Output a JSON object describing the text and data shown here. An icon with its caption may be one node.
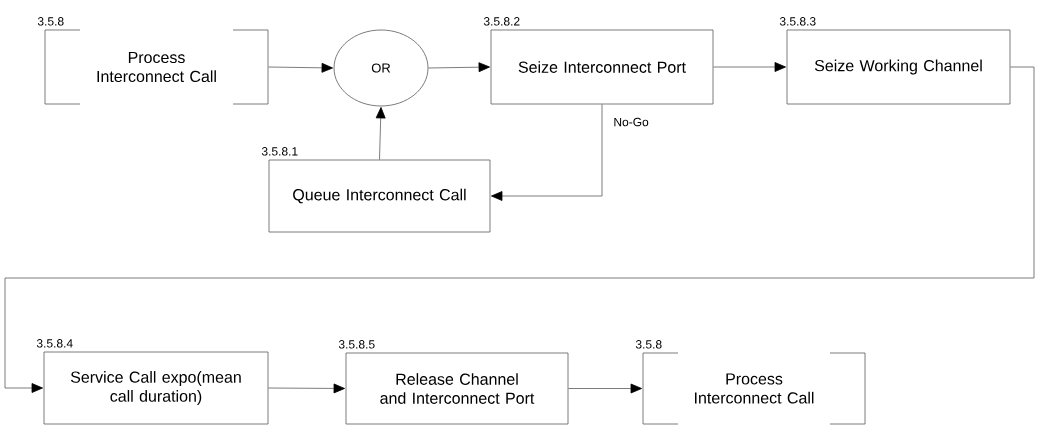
{
  "diagram": {
    "nodes": [
      {
        "text": [
          "3.5.8",
          "Process Interconnect Call"
        ]
      },
      {
        "text": [
          "OR"
        ]
      },
      {
        "text": [
          "3.5.8.2",
          "Seize Interconnect Port"
        ]
      },
      {
        "text": [
          "3.5.8.1",
          "Queue Interconnect Call"
        ]
      },
      {
        "text": [
          "3.5.8.3",
          "Seize Working Channel"
        ]
      },
      {
        "text": [
          "3.5.8.4",
          "Service Call expo(mean call duration)"
        ]
      },
      {
        "text": [
          "3.5.8.5",
          "Release Channel and Interconnect Port"
        ]
      },
      {
        "text": [
          "3.5.8",
          "Process Interconnect Call"
        ]
      }
    ],
    "edges": [
      {
        "from": 0,
        "to": 1,
        "arrow": "to"
      },
      {
        "from": 1,
        "to": 2,
        "arrow": "to"
      },
      {
        "from": 3,
        "to": 1,
        "arrow": "to"
      },
      {
        "from": 2,
        "to": 3,
        "arrow": "to",
        "label": "No-Go"
      },
      {
        "from": 2,
        "to": 4,
        "arrow": "to"
      },
      {
        "from": 4,
        "to": 5,
        "arrow": "to"
      },
      {
        "from": 5,
        "to": 6,
        "arrow": "to"
      },
      {
        "from": 6,
        "to": 7,
        "arrow": "to"
      }
    ]
  }
}
